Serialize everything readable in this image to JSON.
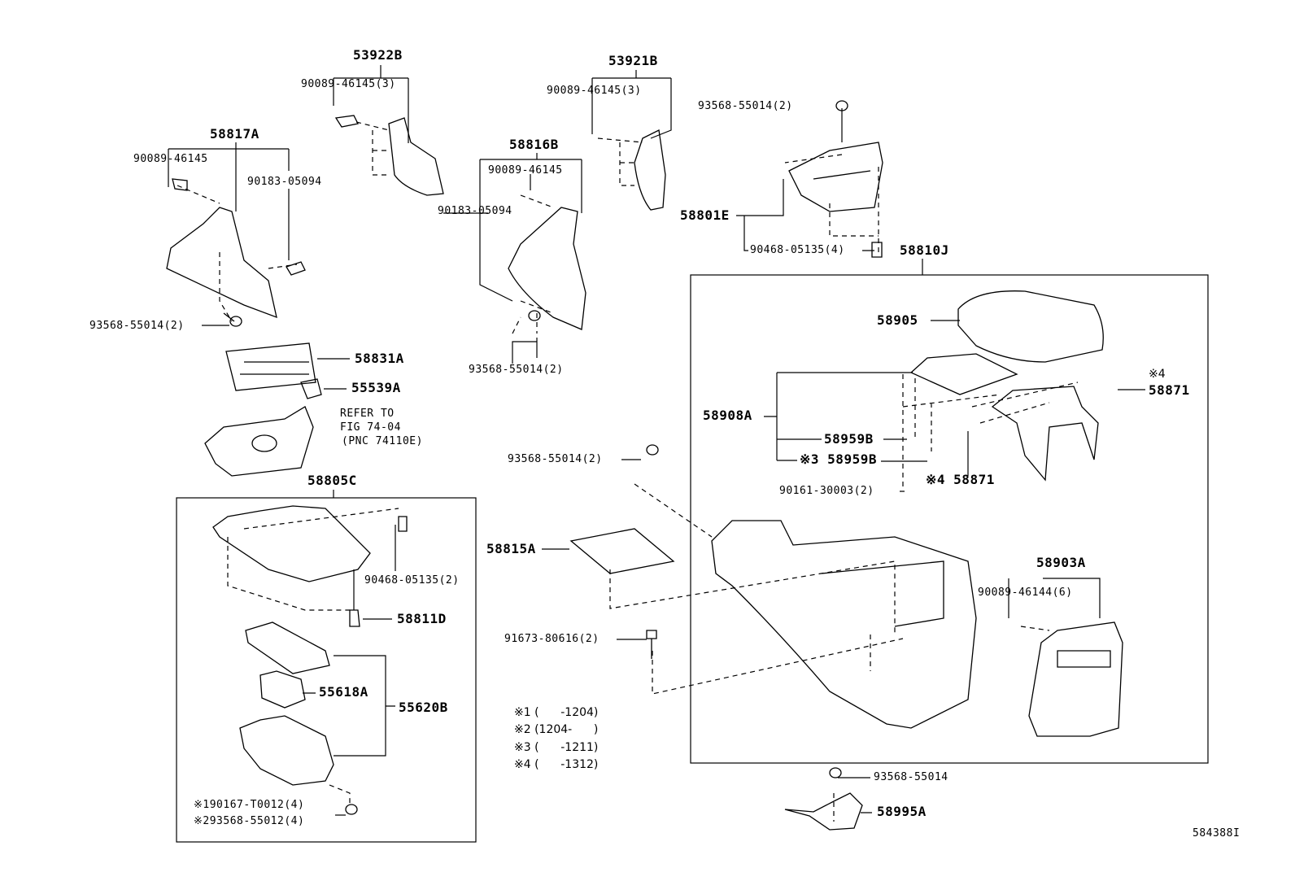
{
  "labels": {
    "p53922B": "53922B",
    "c1": "90089-46145(3)",
    "p58817A": "58817A",
    "c2": "90089-46145",
    "c3": "90183-05094",
    "s1": "93568-55014(2)",
    "p58831A": "58831A",
    "p55539A": "55539A",
    "refer1": "REFER TO",
    "refer2": "FIG 74-04",
    "refer3": "(PNC 74110E)",
    "p58805C": "58805C",
    "n1": "90468-05135(2)",
    "p58811D": "58811D",
    "p55618A": "55618A",
    "p55620B": "55620B",
    "b1": "※190167-T0012(4)",
    "b2": "※293568-55012(4)",
    "p53921B": "53921B",
    "c4": "90089-46145(3)",
    "p58816B": "58816B",
    "c5": "90089-46145",
    "c6": "90183-05094",
    "s2": "93568-55014(2)",
    "s3": "93568-55014(2)",
    "p58801E": "58801E",
    "n2": "90468-05135(4)",
    "p58810J": "58810J",
    "p58905": "58905",
    "m4a": "※4",
    "p58871a": "58871",
    "p58908A": "58908A",
    "p58959B1": "58959B",
    "p58959B2": "※3 58959B",
    "p58871b": "※4 58871",
    "sc1": "90161-30003(2)",
    "s4": "93568-55014(2)",
    "p58815A": "58815A",
    "bolt": "91673-80616(2)",
    "p58903A": "58903A",
    "c7": "90089-46144(6)",
    "s5": "93568-55014",
    "p58995A": "58995A",
    "fig_id": "584388I"
  },
  "notes": [
    "※1 (      -1204)",
    "※2 (1204-      )",
    "※3 (      -1211)",
    "※4 (      -1312)"
  ],
  "line_color": "#000000"
}
